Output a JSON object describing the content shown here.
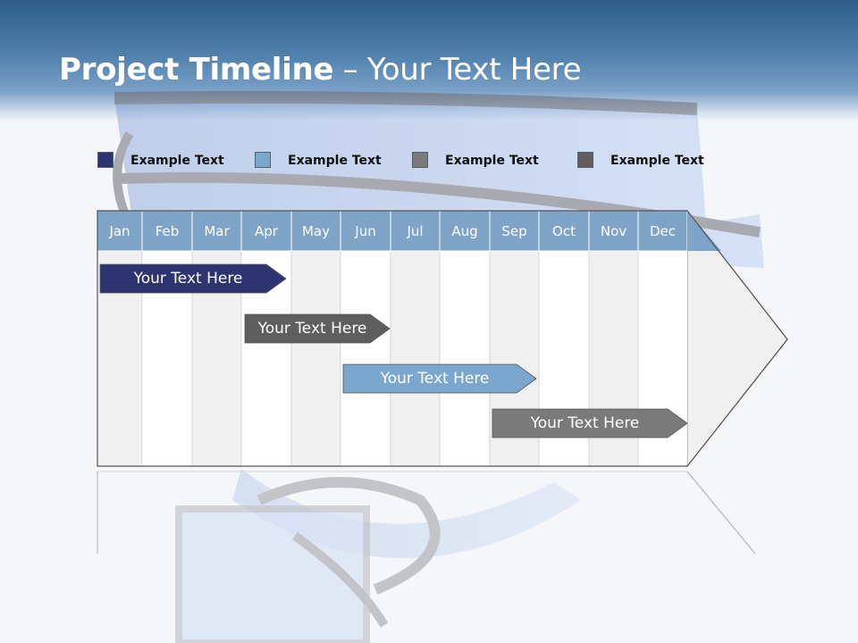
{
  "title": {
    "bold": "Project Timeline",
    "rest": " – Your Text Here"
  },
  "legend": [
    {
      "label": "Example Text",
      "color": "#2e3470"
    },
    {
      "label": "Example Text",
      "color": "#7ba7cf"
    },
    {
      "label": "Example Text",
      "color": "#7a7a7a"
    },
    {
      "label": "Example Text",
      "color": "#5e5e5e"
    }
  ],
  "months": [
    "Jan",
    "Feb",
    "Mar",
    "Apr",
    "May",
    "Jun",
    "Jul",
    "Aug",
    "Sep",
    "Oct",
    "Nov",
    "Dec"
  ],
  "bars": [
    {
      "label": "Your  Text Here",
      "color": "#2e3470"
    },
    {
      "label": "Your  Text Here",
      "color": "#5e5e5e"
    },
    {
      "label": "Your  Text Here",
      "color": "#7ba7cf"
    },
    {
      "label": "Your  Text Here",
      "color": "#7a7a7a"
    }
  ],
  "colors": {
    "header": "#4a7aa6",
    "month_header": "#7fa4c8",
    "grid_alt": "#f0f0f0",
    "grid_white": "#ffffff",
    "border": "#555555"
  }
}
